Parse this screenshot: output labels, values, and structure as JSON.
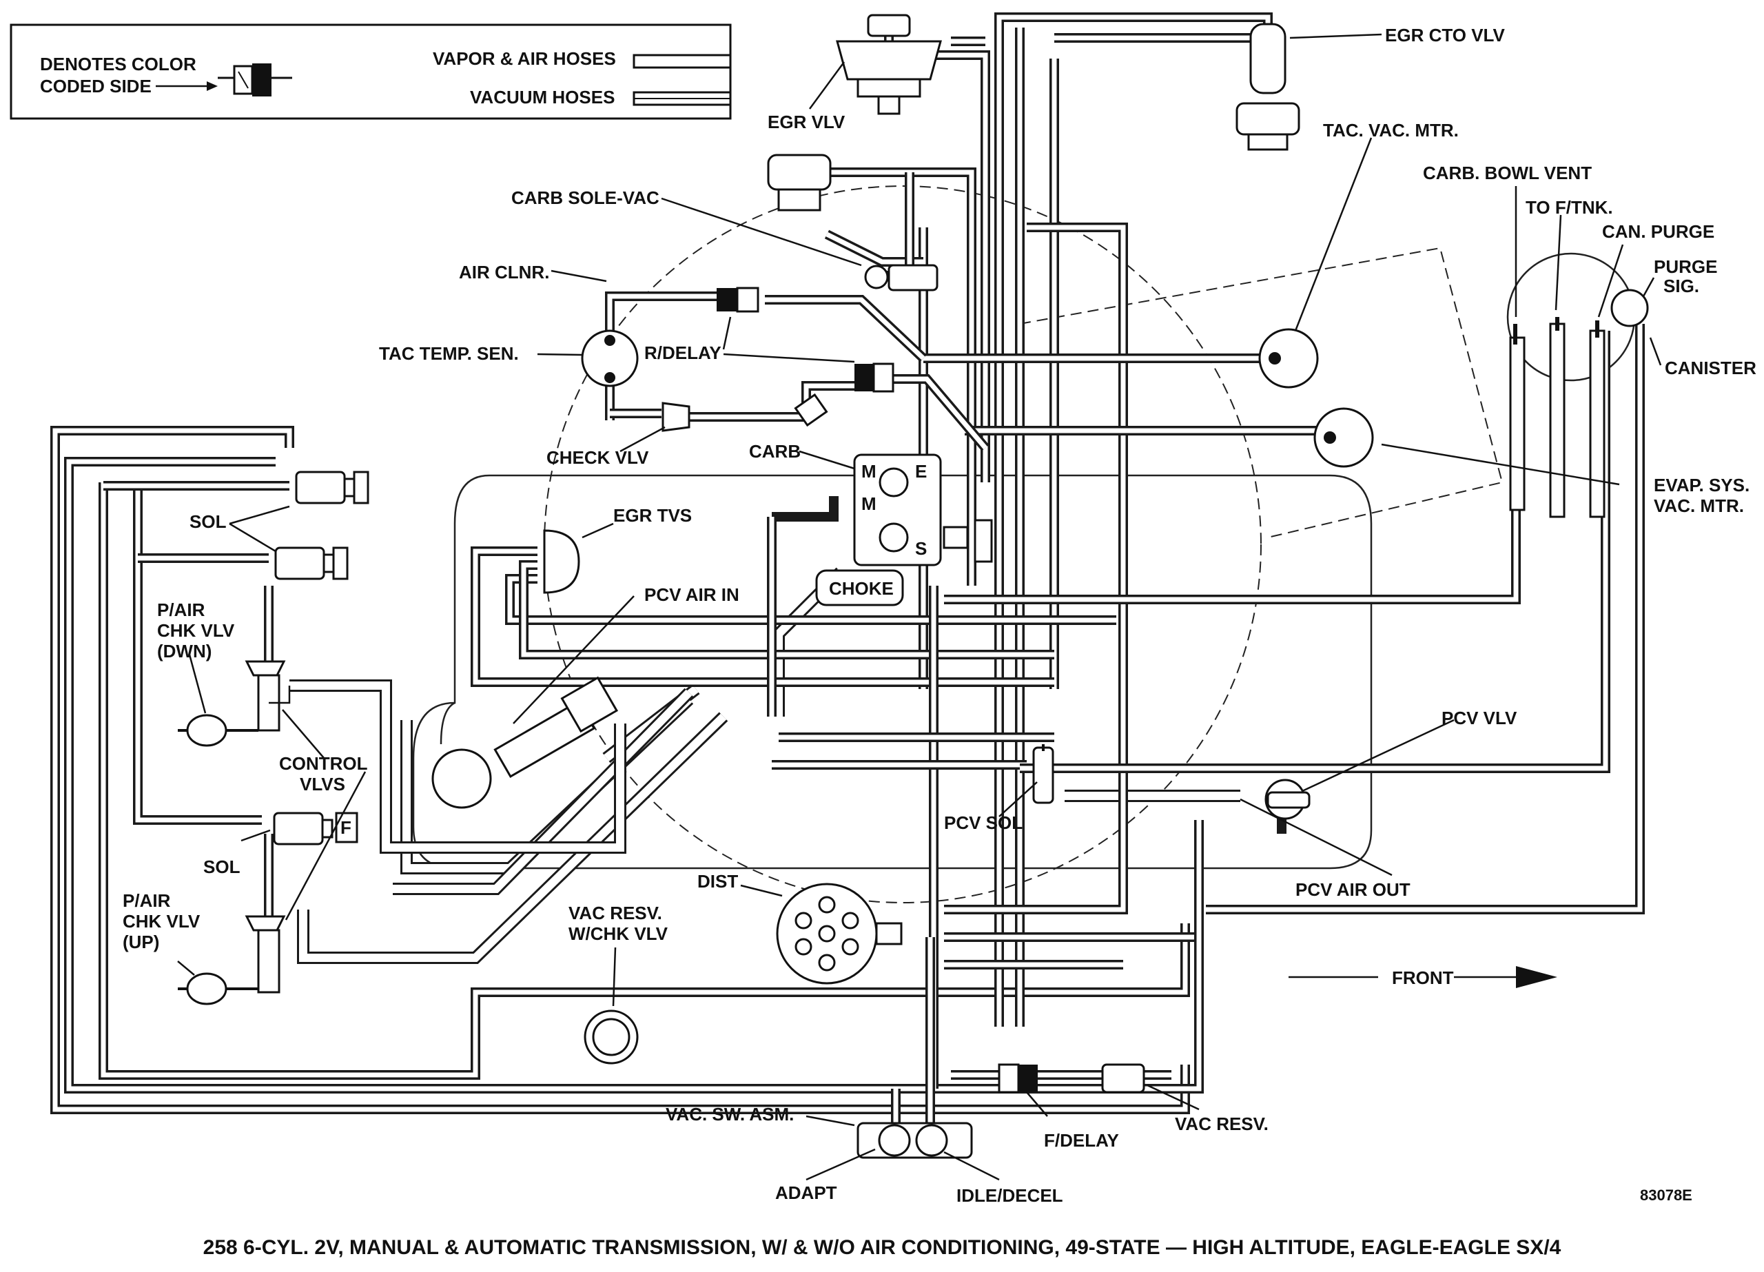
{
  "legend": {
    "color_coded_label_line1": "DENOTES COLOR",
    "color_coded_label_line2": "CODED SIDE",
    "vapor_air_hoses_label": "VAPOR & AIR HOSES",
    "vacuum_hoses_label": "VACUUM HOSES"
  },
  "labels": {
    "egr_vlv": "EGR VLV",
    "egr_cto_vlv": "EGR CTO VLV",
    "tac_vac_mtr": "TAC. VAC. MTR.",
    "carb_bowl_vent": "CARB. BOWL VENT",
    "to_f_tnk": "TO F/TNK.",
    "can_purge": "CAN. PURGE",
    "purge_sig_1": "PURGE",
    "purge_sig_2": "SIG.",
    "canister": "CANISTER",
    "carb_sole_vac": "CARB SOLE-VAC",
    "air_clnr": "AIR CLNR.",
    "tac_temp_sen": "TAC TEMP. SEN.",
    "r_delay": "R/DELAY",
    "check_vlv": "CHECK VLV",
    "carb": "CARB",
    "carb_port_m1": "M",
    "carb_port_e": "E",
    "carb_port_m2": "M",
    "carb_port_s": "S",
    "evap_sys_1": "EVAP. SYS.",
    "evap_sys_2": "VAC. MTR.",
    "sol_upper": "SOL",
    "egr_tvs": "EGR TVS",
    "choke": "CHOKE",
    "p_air_dwn_1": "P/AIR",
    "p_air_dwn_2": "CHK VLV",
    "p_air_dwn_3": "(DWN)",
    "pcv_air_in": "PCV AIR IN",
    "control_vlvs_1": "CONTROL",
    "control_vlvs_2": "VLVS",
    "pcv_vlv": "PCV VLV",
    "pcv_sol": "PCV SOL",
    "sol_lower": "SOL",
    "f_box": "F",
    "p_air_up_1": "P/AIR",
    "p_air_up_2": "CHK VLV",
    "p_air_up_3": "(UP)",
    "dist": "DIST",
    "pcv_air_out": "PCV AIR OUT",
    "vac_resv_chk_1": "VAC  RESV.",
    "vac_resv_chk_2": "W/CHK VLV",
    "front": "FRONT",
    "vac_sw_asm": "VAC. SW. ASM.",
    "f_delay": "F/DELAY",
    "vac_resv": "VAC RESV.",
    "adapt": "ADAPT",
    "idle_decel": "IDLE/DECEL",
    "figure_code": "83078E"
  },
  "caption": "258 6-CYL. 2V, MANUAL & AUTOMATIC TRANSMISSION, W/ & W/O AIR CONDITIONING, 49-STATE — HIGH ALTITUDE, EAGLE-EAGLE SX/4"
}
